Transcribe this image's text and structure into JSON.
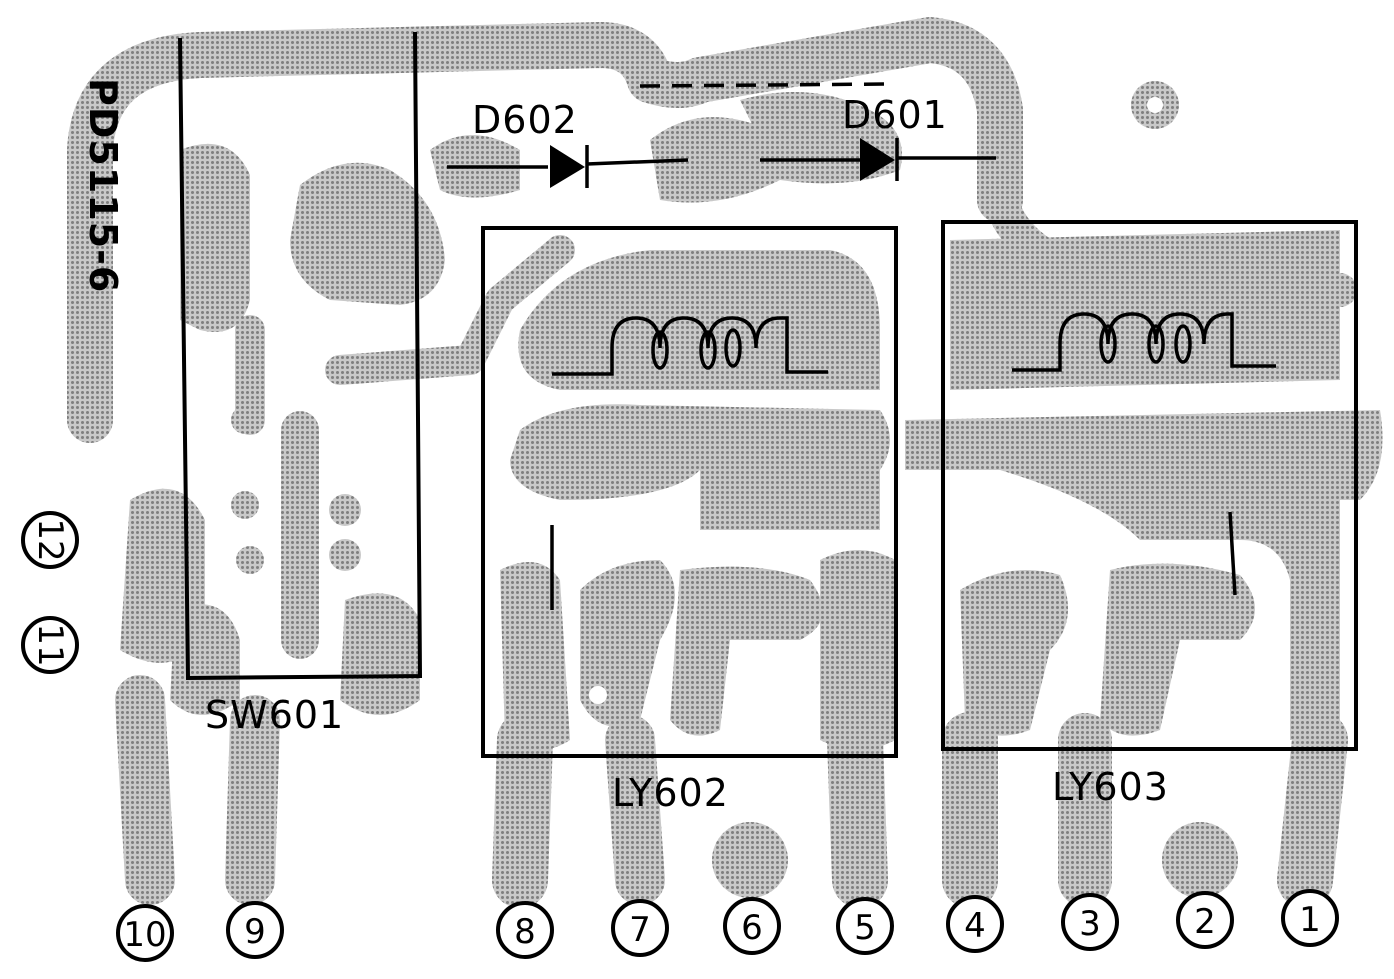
{
  "board_code": "PD5115-6",
  "components": {
    "d602": "D602",
    "d601": "D601",
    "sw601": "SW601",
    "ly602": "LY602",
    "ly603": "LY603"
  },
  "terminals": {
    "t1": "1",
    "t2": "2",
    "t3": "3",
    "t4": "4",
    "t5": "5",
    "t6": "6",
    "t7": "7",
    "t8": "8",
    "t9": "9",
    "t10": "10",
    "t11": "11",
    "t12": "12"
  },
  "colors": {
    "ink": "#000000",
    "copper_screen": "#9a9a9a",
    "paper": "#ffffff"
  }
}
